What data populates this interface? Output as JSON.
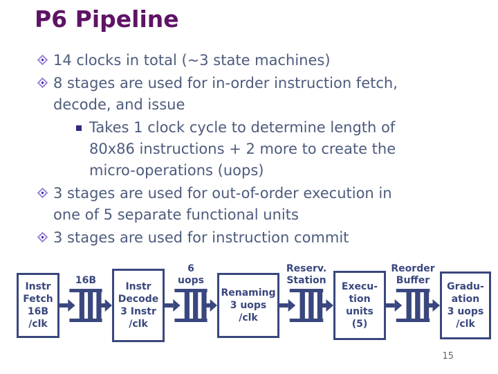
{
  "slide": {
    "title": "P6 Pipeline",
    "page_number": "15",
    "bullets": [
      {
        "level": 1,
        "text": "14 clocks in total (~3 state machines)"
      },
      {
        "level": 1,
        "text": "8 stages are used for in-order instruction fetch,\ndecode, and issue"
      },
      {
        "level": 2,
        "text": "Takes 1 clock cycle to determine length of\n80x86 instructions + 2 more to create the\nmicro-operations (uops)"
      },
      {
        "level": 1,
        "text": "3 stages are used for out-of-order execution in\none of 5 separate functional units"
      },
      {
        "level": 1,
        "text": "3 stages are used for instruction commit"
      }
    ]
  },
  "diagram": {
    "boxes": [
      {
        "label": "Instr\nFetch\n16B\n/clk"
      },
      {
        "label": "Instr\nDecode\n3 Instr\n/clk"
      },
      {
        "label": "Renaming\n3 uops\n/clk"
      },
      {
        "label": "Execu-\ntion\nunits\n(5)"
      },
      {
        "label": "Gradu-\nation\n3 uops\n/clk"
      }
    ],
    "queues": [
      {
        "label": "16B"
      },
      {
        "label": "6 uops"
      },
      {
        "label": "Reserv.\nStation"
      },
      {
        "label": "Reorder\nBuffer"
      }
    ]
  },
  "colors": {
    "title": "#5e1365",
    "body_text": "#4d5b7c",
    "diagram_ink": "#3a477e",
    "bullet_outer": "#9b82d8",
    "bullet_inner": "#2e2089",
    "sub_bullet": "#2e2c85",
    "page_number": "#5f6670",
    "background": "#ffffff"
  }
}
